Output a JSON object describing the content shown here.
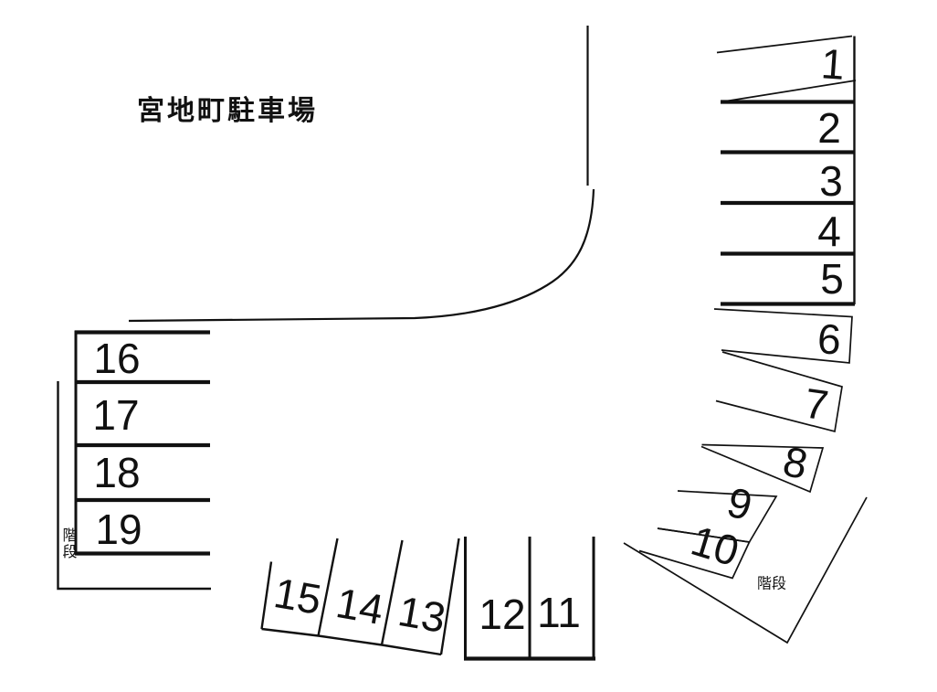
{
  "title": "宮地町駐車場",
  "colors": {
    "line": "#111111",
    "background": "#ffffff",
    "text": "#111111"
  },
  "stairs": {
    "left_label": "階段",
    "right_label": "階段"
  },
  "spaces": [
    {
      "label": "1"
    },
    {
      "label": "2"
    },
    {
      "label": "3"
    },
    {
      "label": "4"
    },
    {
      "label": "5"
    },
    {
      "label": "6"
    },
    {
      "label": "7"
    },
    {
      "label": "8"
    },
    {
      "label": "9"
    },
    {
      "label": "10"
    },
    {
      "label": "11"
    },
    {
      "label": "12"
    },
    {
      "label": "13"
    },
    {
      "label": "14"
    },
    {
      "label": "15"
    },
    {
      "label": "16"
    },
    {
      "label": "17"
    },
    {
      "label": "18"
    },
    {
      "label": "19"
    }
  ]
}
